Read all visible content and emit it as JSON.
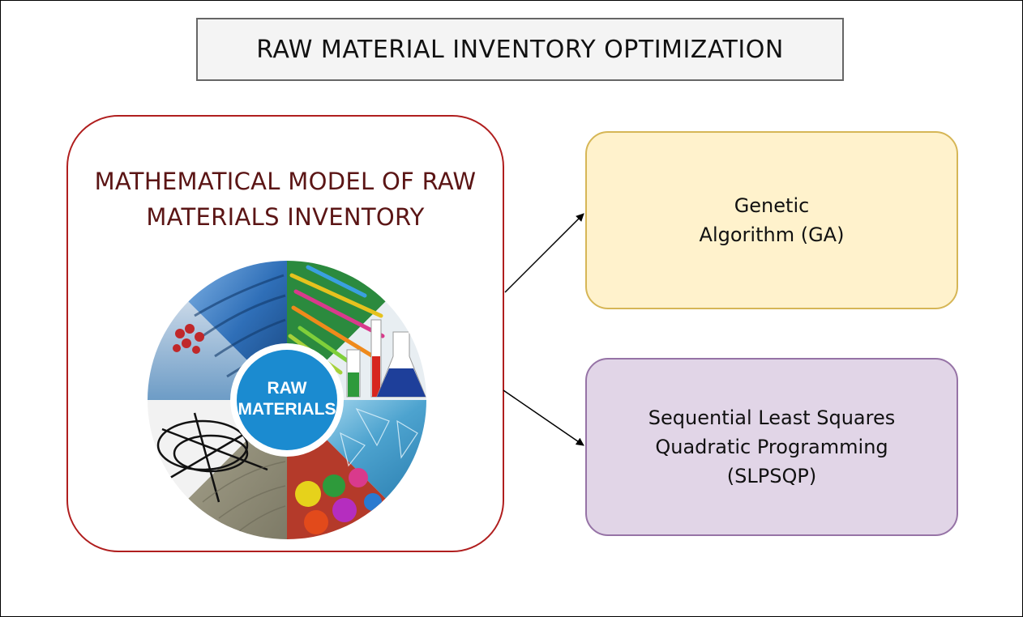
{
  "title": "RAW MATERIAL INVENTORY OPTIMIZATION",
  "model": {
    "title_lines": [
      "MATHEMATICAL MODEL OF RAW",
      "MATERIALS INVENTORY"
    ],
    "wheel_label_lines": [
      "RAW",
      "MATERIALS"
    ],
    "border_color": "#b01e1e",
    "title_color": "#5b1515",
    "hub_color": "#1b8bd0"
  },
  "methods": [
    {
      "lines": [
        "Genetic",
        "Algorithm (GA)"
      ],
      "fill": "#fff2cc",
      "stroke": "#d6b656"
    },
    {
      "lines": [
        "Sequential Least Squares",
        "Quadratic Programming",
        "(SLPSQP)"
      ],
      "fill": "#e1d5e7",
      "stroke": "#9673a6"
    }
  ]
}
